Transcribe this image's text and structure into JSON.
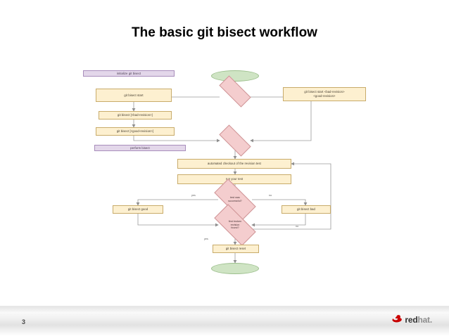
{
  "slide": {
    "title": "The basic git bisect workflow",
    "page_number": "3",
    "brand": {
      "name_bold": "red",
      "name_dim": "hat.",
      "logo_icon": "redhat-shadowman-icon",
      "color": "#cc0000"
    }
  },
  "theme": {
    "process_fill": "#fdf0d0",
    "process_border": "#c8ab6a",
    "phase_fill": "#e3d7ea",
    "phase_border": "#a88dbb",
    "decision_fill": "#f4cdce",
    "decision_border": "#cf9496",
    "terminator_fill": "#cfe4c4",
    "terminator_border": "#9cbf8c",
    "edge_color": "#9a9a9a"
  },
  "flowchart": {
    "type": "flowchart",
    "nodes": {
      "phase_initialize": "initialize git bisect",
      "phase_perform": "perform bisect",
      "start_terminator": "",
      "end_terminator": "",
      "decision_entry": "",
      "decision_mid": "",
      "bisect_start": "git bisect start",
      "bisect_bad_rev": "git bisect [<bad-revision>]",
      "bisect_good_rev": "git bisect [<good-revision>]",
      "bisect_start_args_line1": "git bisect start <bad-revision>",
      "bisect_start_args_line2": "<good-revision>",
      "automated_checkout": "automated checkout of the revision test",
      "run_test": "run your test",
      "test_success_line1": "test was",
      "test_success_line2": "successful?",
      "bisect_good": "git bisect good",
      "bisect_bad": "git bisect bad",
      "first_broken_line1": "first broken",
      "first_broken_line2": "revision",
      "first_broken_line3": "found?",
      "bisect_reset": "git bisect reset"
    },
    "edge_labels": {
      "test_success_yes": "yes",
      "test_success_no": "no",
      "first_broken_yes": "yes",
      "first_broken_no": "no"
    }
  }
}
